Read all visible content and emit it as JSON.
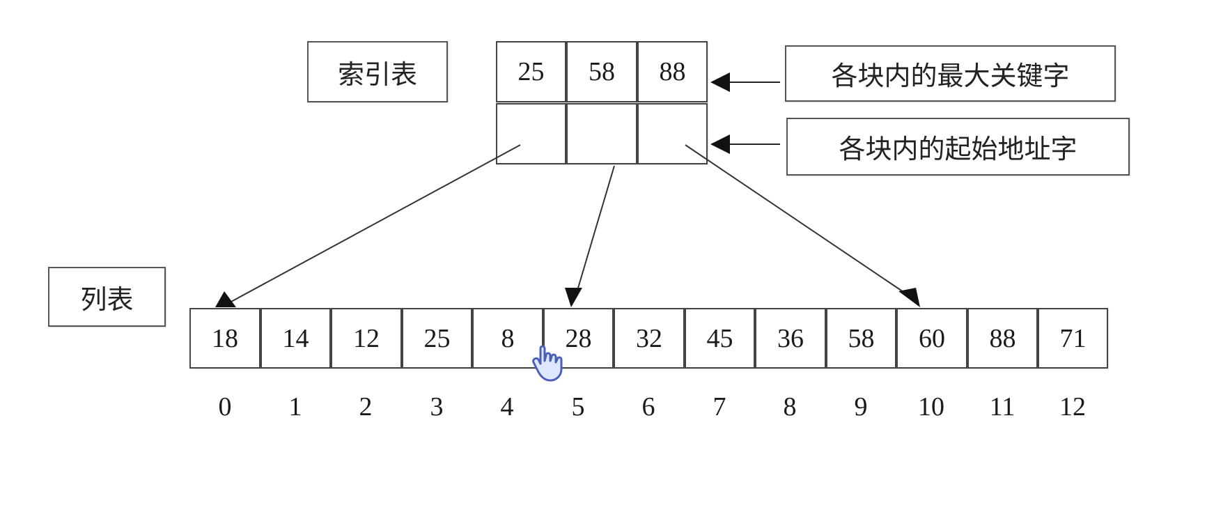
{
  "index_table": {
    "label": "索引表",
    "keys": [
      "25",
      "58",
      "88"
    ],
    "annotation_max_key": "各块内的最大关键字",
    "annotation_start_addr": "各块内的起始地址字"
  },
  "list": {
    "label": "列表",
    "values": [
      "18",
      "14",
      "12",
      "25",
      "8",
      "28",
      "32",
      "45",
      "36",
      "58",
      "60",
      "88",
      "71"
    ],
    "indices": [
      "0",
      "1",
      "2",
      "3",
      "4",
      "5",
      "6",
      "7",
      "8",
      "9",
      "10",
      "11",
      "12"
    ]
  },
  "pointers": [
    {
      "from_block": 0,
      "to_index": 0
    },
    {
      "from_block": 1,
      "to_index": 5
    },
    {
      "from_block": 2,
      "to_index": 10
    }
  ]
}
